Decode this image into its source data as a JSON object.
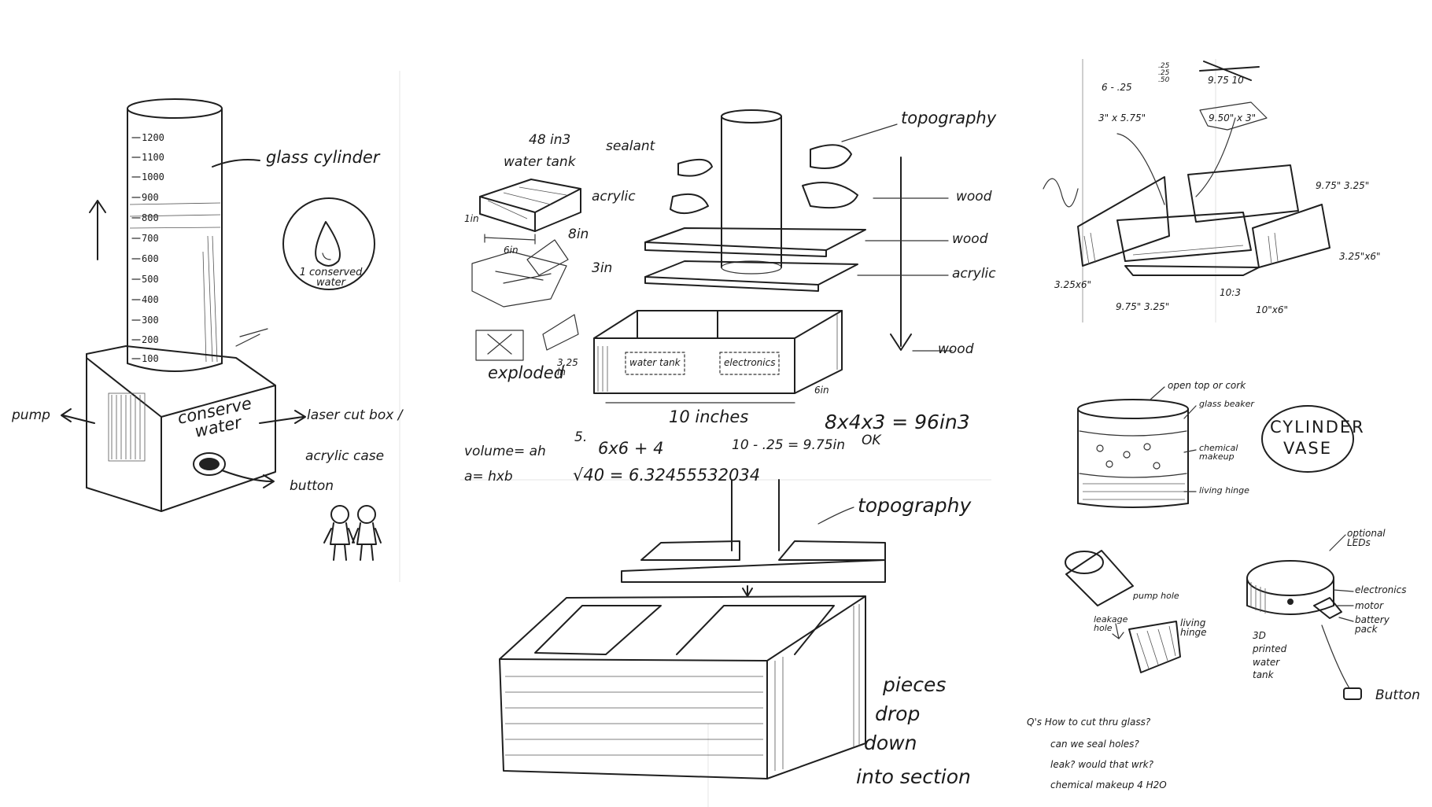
{
  "left_sketch": {
    "scale_ticks": [
      "1200",
      "1100",
      "1000",
      "900",
      "800",
      "700",
      "600",
      "500",
      "400",
      "300",
      "200",
      "100"
    ],
    "glass_cylinder": "glass cylinder",
    "conserve_water": "conserve water",
    "badge": "1 conserved water",
    "laser_cut_box": "laser cut box /",
    "acrylic_case": "acrylic case",
    "pump": "pump",
    "button": "button"
  },
  "middle_top": {
    "volume": "48 in3",
    "water_tank": "water tank",
    "sealant": "sealant",
    "acrylic_small": "acrylic",
    "eight_in": "8in",
    "six_in_small": "6in",
    "one_in": "1in",
    "exploded": "exploded",
    "three_in": "3in",
    "three_25": "3.25 in",
    "water_tank_box": "water tank",
    "electronics_box": "electronics",
    "six_in_right": "6in",
    "ten_inches": "10 inches",
    "topography": "topography",
    "wood_1": "wood",
    "wood_2": "wood",
    "acrylic_layer": "acrylic",
    "wood_3": "wood",
    "math_volume": "volume= ah",
    "math_a": "a= hxb",
    "math_5": "5.",
    "math_6x6": "6x6 + 4",
    "math_sqrt": "√40 = 6.32455532034",
    "math_10": "10 - .25 = 9.75in",
    "math_8x4x3": "8x4x3 = 96in3",
    "math_ok": "OK"
  },
  "middle_bottom": {
    "topography": "topography",
    "pieces": "pieces",
    "drop": "drop",
    "down": "down",
    "into_section": "into section"
  },
  "right_top": {
    "dim_6_25": "6 - .25",
    "dim_stack": ".25 .25 .50",
    "dim_crossed": "9.75 10",
    "dim_3x575": "3\" x 5.75\"",
    "dim_950x3": "9.50\" x 3\"",
    "dim_975x325_a": "9.75\" 3.25\"",
    "dim_325x6_r": "3.25\"x6\"",
    "dim_325x6_l": "3.25x6\"",
    "dim_975x325_b": "9.75\" 3.25\"",
    "dim_10_3": "10:3",
    "dim_10x6": "10\"x6\""
  },
  "right_middle": {
    "open_top": "open top or cork",
    "glass_beaker": "glass beaker",
    "chemical_makeup": "chemical makeup",
    "living_hinge": "living hinge",
    "cylinder_vase": "CYLINDER VASE"
  },
  "right_bottom": {
    "optional_leds": "optional LEDs",
    "pump_hole": "pump hole",
    "leakage_hole": "leakage hole",
    "living_hinge": "living hinge",
    "electronics": "electronics",
    "motor": "motor",
    "battery_pack": "battery pack",
    "printed_tank": "3D printed water tank",
    "button": "Button",
    "q1": "Q's How to cut thru glass?",
    "q2": "can we seal holes?",
    "q3": "leak? would that wrk?",
    "q4": "chemical makeup 4 H2O"
  }
}
